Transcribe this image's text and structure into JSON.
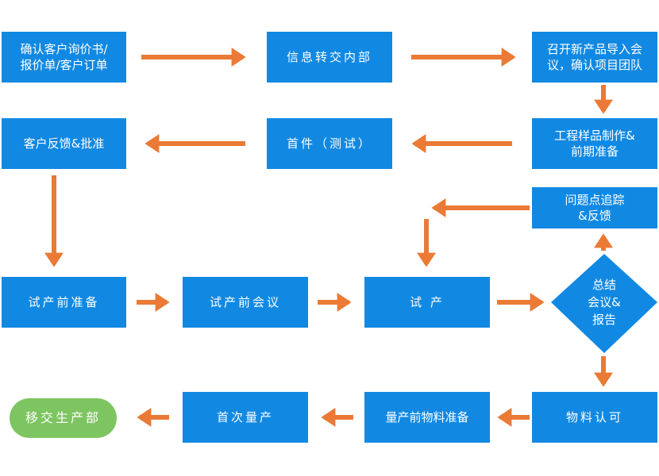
{
  "colors": {
    "box": "#1189e3",
    "pill": "#7dc560",
    "arrow": "#ea7a35",
    "text": "#ffffff"
  },
  "nodes": {
    "confirm_inquiry": {
      "label": "确认客户询价书/\n报价单/客户订单"
    },
    "info_transfer": {
      "label": "信息转交内部"
    },
    "npi_meeting": {
      "label": "召开新产品导入会\n议，确认项目团队"
    },
    "sample_prep": {
      "label": "工程样品制作&\n前期准备"
    },
    "first_article": {
      "label": "首件（测试）"
    },
    "customer_feedback": {
      "label": "客户反馈&批准"
    },
    "issue_tracking": {
      "label": "问题点追踪\n&反馈"
    },
    "pre_trial_prep": {
      "label": "试产前准备"
    },
    "pre_trial_meeting": {
      "label": "试产前会议"
    },
    "trial_production": {
      "label": "试 产"
    },
    "summary_report": {
      "label": "总结\n会议&\n报告"
    },
    "material_approval": {
      "label": "物料认可"
    },
    "pre_mass_material": {
      "label": "量产前物料准备"
    },
    "first_mass": {
      "label": "首次量产"
    },
    "transfer_production": {
      "label": "移交生产部"
    }
  }
}
